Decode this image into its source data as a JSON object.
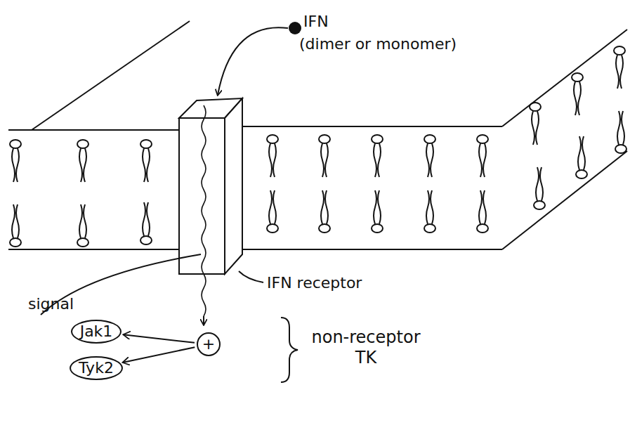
{
  "diagram": {
    "nodes": [
      {
        "text": [
          "Jak1"
        ]
      },
      {
        "text": [
          "Tyk2"
        ]
      },
      {
        "text": [
          "+"
        ]
      }
    ],
    "edges": [
      {
        "from": 2,
        "to": 0,
        "arrow": "to"
      },
      {
        "from": 2,
        "to": 1,
        "arrow": "to"
      }
    ],
    "labels": [
      "IFN",
      "(dimer or monomer)",
      "IFN receptor",
      "signal",
      "non-receptor TK"
    ]
  }
}
